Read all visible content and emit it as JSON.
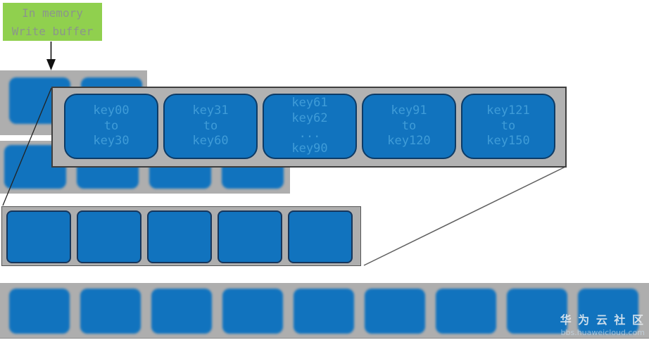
{
  "write_buffer_label": {
    "line1": "In memory",
    "line2": "Write buffer"
  },
  "detail_callout": {
    "key_ranges": [
      {
        "lines": [
          "key00",
          "to",
          "key30"
        ]
      },
      {
        "lines": [
          "key31",
          "to",
          "key60"
        ]
      },
      {
        "lines": [
          "key61",
          "key62",
          "...",
          "key90"
        ]
      },
      {
        "lines": [
          "key91",
          "to",
          "key120"
        ]
      },
      {
        "lines": [
          "key121",
          "to",
          "key150"
        ]
      }
    ]
  },
  "levels": [
    {
      "name": "write-buffer-row",
      "block_count": 2
    },
    {
      "name": "level-1-row",
      "block_count": 4
    },
    {
      "name": "level-2-row",
      "block_count": 5
    },
    {
      "name": "level-3-row",
      "block_count": 9
    }
  ],
  "watermark": {
    "title": "华 为 云 社 区",
    "url": "bbs.huaweicloud.com"
  },
  "colors": {
    "block_blue": "#1173be",
    "band_gray": "#aeaeae",
    "key_text_blue": "#3f9cd8",
    "label_green": "#90d04e",
    "label_text_gray": "#8b968b",
    "block_border_navy": "#0d3b66"
  }
}
